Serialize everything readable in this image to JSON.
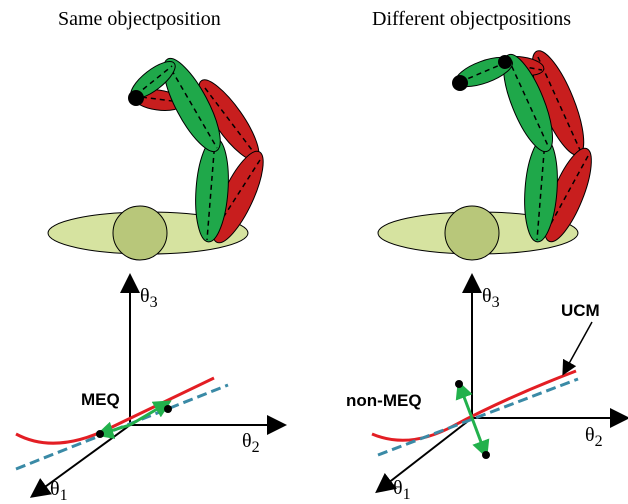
{
  "titles": {
    "left": "Same objectposition",
    "right": "Different objectpositions"
  },
  "axes": {
    "theta1": {
      "symbol": "θ",
      "sub": "1"
    },
    "theta2": {
      "symbol": "θ",
      "sub": "2"
    },
    "theta3": {
      "symbol": "θ",
      "sub": "3"
    }
  },
  "labels": {
    "meq": "MEQ",
    "non_meq": "non-MEQ",
    "ucm": "UCM"
  },
  "colors": {
    "green_arm": "#1fa84a",
    "red_arm": "#c81e1e",
    "body": "#d6e3a0",
    "head": "#b8c77a",
    "ucm_line": "#e31e24",
    "dashed_line": "#3a8aa6",
    "arrow": "#22b14c"
  }
}
